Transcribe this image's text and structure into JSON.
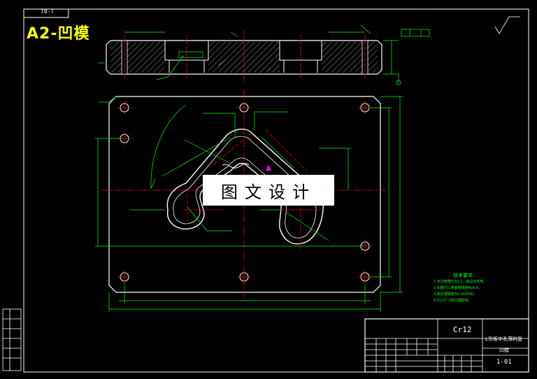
{
  "header": {
    "title": "A2-凹模",
    "corner_code": "T0-T"
  },
  "watermark": {
    "text": "图文设计"
  },
  "title_block": {
    "material": "Cr12",
    "drawing_name": "L形板中孔落料复",
    "part_name": "凹模",
    "drawing_no": "1-01"
  },
  "notes": {
    "title": "技术要求",
    "lines": [
      "1.未注倒角均为C1，锐边去毛刺。",
      "2.凹模刃口表面粗糙度Ra0.8。",
      "3.热处理硬度58~62HRC。",
      "4.刃口尺寸按凸模配制。"
    ]
  },
  "colors": {
    "outline": "#ffffff",
    "dimension": "#00ff00",
    "centerline": "#ff0000",
    "hatch": "#ffffff",
    "title": "#ffff00"
  }
}
